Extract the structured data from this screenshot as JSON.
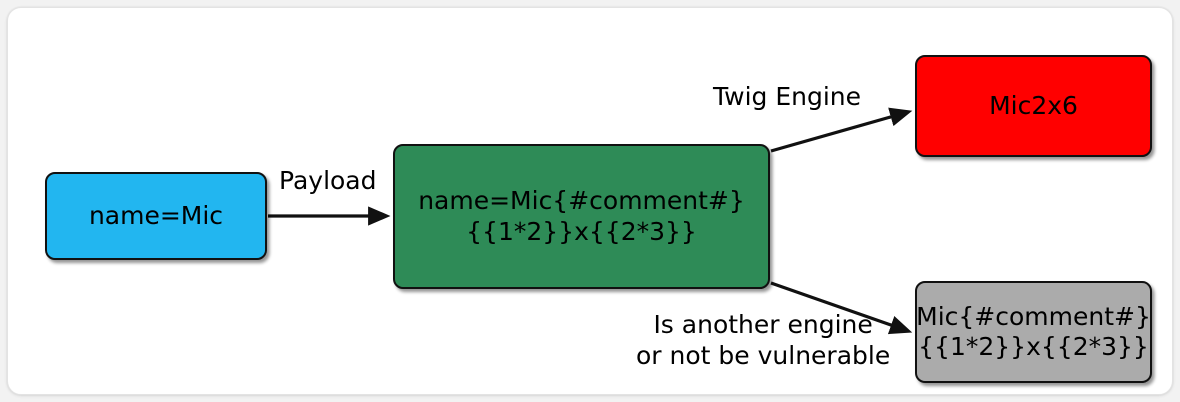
{
  "diagram": {
    "title": "Twig SSTI payload flow",
    "background_color": "#f2f2f2",
    "card_color": "#ffffff",
    "nodes": [
      {
        "id": "input",
        "name": "input-node",
        "lines": [
          "name=Mic"
        ],
        "color": "#22B6F0"
      },
      {
        "id": "payload",
        "name": "payload-node",
        "lines": [
          "name=Mic{#comment#}",
          "{{1*2}}x{{2*3}}"
        ],
        "color": "#2E8B57"
      },
      {
        "id": "twig_result",
        "name": "twig-result-node",
        "lines": [
          "Mic2x6"
        ],
        "color": "#FF0000"
      },
      {
        "id": "other_result",
        "name": "other-result-node",
        "lines": [
          "Mic{#comment#}",
          "{{1*2}}x{{2*3}}"
        ],
        "color": "#ABABAB"
      }
    ],
    "edges": [
      {
        "id": "payload_edge",
        "name": "edge-payload",
        "from": "input",
        "to": "payload",
        "lines": [
          "Payload"
        ]
      },
      {
        "id": "twig_edge",
        "name": "edge-twig-engine",
        "from": "payload",
        "to": "twig_result",
        "lines": [
          "Twig Engine"
        ]
      },
      {
        "id": "other_edge",
        "name": "edge-other-engine",
        "from": "payload",
        "to": "other_result",
        "lines": [
          "Is another engine",
          "or not be vulnerable"
        ]
      }
    ]
  }
}
